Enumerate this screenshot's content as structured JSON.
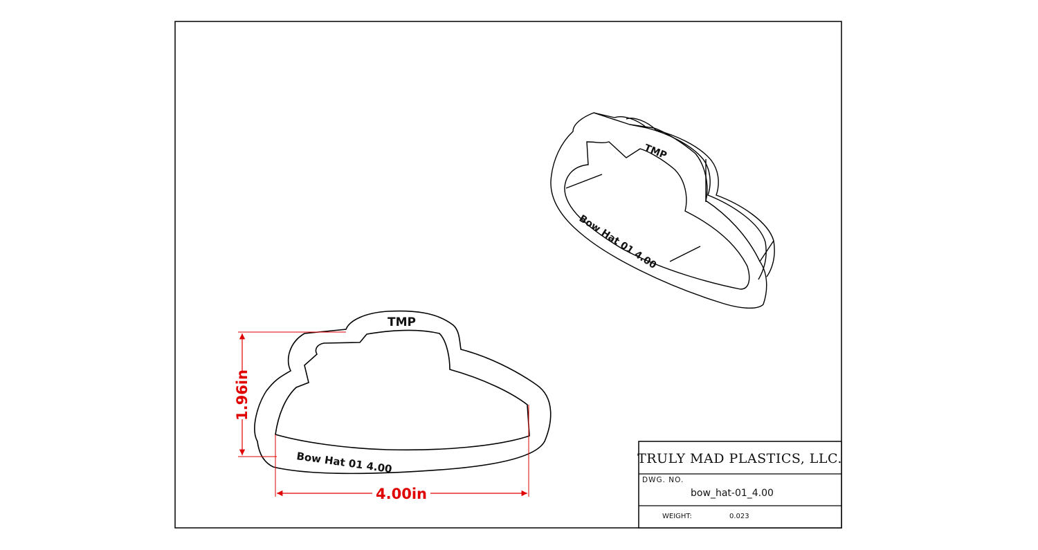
{
  "title_block": {
    "company": "TRULY MAD PLASTICS, LLC.",
    "dwg_no_label": "DWG. NO.",
    "dwg_no_value": "bow_hat-01_4.00",
    "weight_label": "WEIGHT:",
    "weight_value": "0.023"
  },
  "front_view": {
    "emboss_top": "TMP",
    "emboss_bottom": "Bow Hat 01  4.00",
    "height_dimension": "1.96in",
    "width_dimension": "4.00in"
  },
  "iso_view": {
    "emboss_top": "TMP",
    "emboss_bottom": "Bow Hat 01  4.00"
  },
  "colors": {
    "line": "#000000",
    "dimension": "#e00000"
  }
}
